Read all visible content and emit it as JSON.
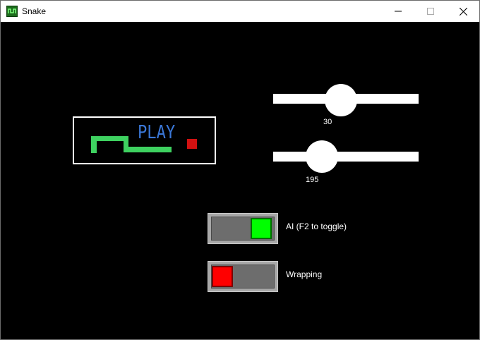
{
  "window": {
    "title": "Snake",
    "icon": "snake-app-icon",
    "controls": [
      "minimize-icon",
      "maximize-icon",
      "close-icon"
    ]
  },
  "play_button": {
    "label": "PLAY",
    "snake_color": "#3ed160",
    "label_color": "#3b78d8",
    "food_color": "#d21111"
  },
  "sliders": [
    {
      "value": "30"
    },
    {
      "value": "195"
    }
  ],
  "toggles": {
    "ai": {
      "label": "AI (F2 to toggle)",
      "state": "on",
      "thumb_color": "#00ff00"
    },
    "wrapping": {
      "label": "Wrapping",
      "state": "off",
      "thumb_color": "#ff0000"
    }
  }
}
